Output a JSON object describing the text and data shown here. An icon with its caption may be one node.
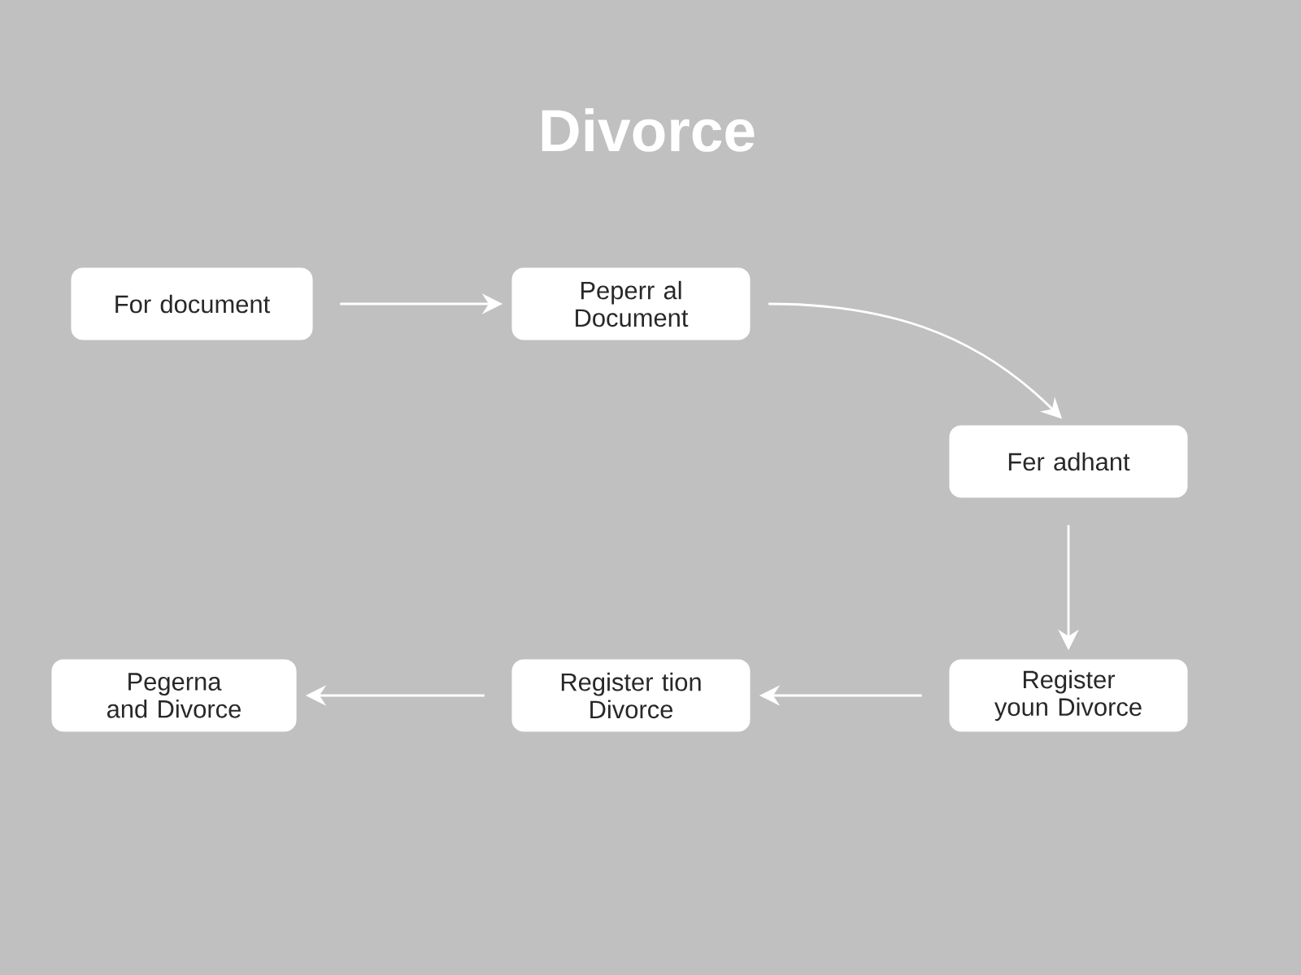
{
  "diagram": {
    "title": "Divorce",
    "nodes": [
      {
        "text": [
          "For document"
        ]
      },
      {
        "text": [
          "Peperr al Document"
        ]
      },
      {
        "text": [
          "Fer adhant"
        ]
      },
      {
        "text": [
          "Pegerna and Divorce"
        ]
      },
      {
        "text": [
          "Register tion Divorce"
        ]
      },
      {
        "text": [
          "Register youn Divorce"
        ]
      }
    ],
    "edges": [
      {
        "from": 0,
        "to": 1,
        "arrow": "to"
      },
      {
        "from": 1,
        "to": 2,
        "arrow": "to"
      },
      {
        "from": 2,
        "to": 5,
        "arrow": "to"
      },
      {
        "from": 5,
        "to": 4,
        "arrow": "to"
      },
      {
        "from": 4,
        "to": 3,
        "arrow": "to"
      }
    ]
  }
}
